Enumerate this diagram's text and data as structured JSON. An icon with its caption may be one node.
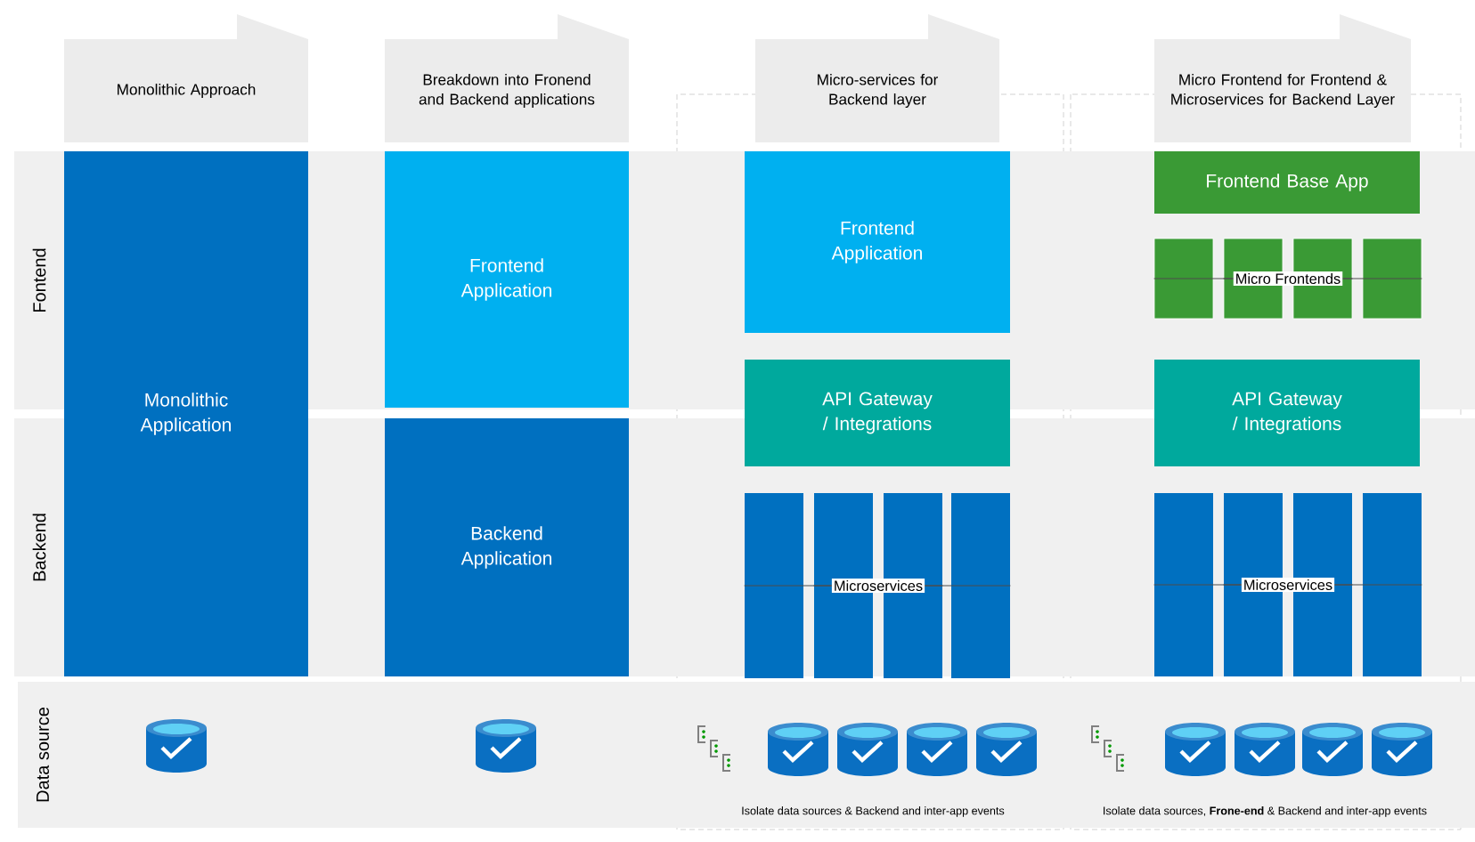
{
  "diagram": {
    "nodes": [
      {
        "text": [
          "Monolithic Approach"
        ]
      },
      {
        "text": [
          "Breakdown into Fronend and Backend applications"
        ]
      },
      {
        "text": [
          "Micro-services for Backend layer"
        ]
      },
      {
        "text": [
          "Micro Frontend for Frontend & Microservices for Backend Layer"
        ]
      },
      {
        "text": [
          "Fontend"
        ]
      },
      {
        "text": [
          "Monolithic Application"
        ]
      },
      {
        "text": [
          "Frontend Application"
        ],
        "in": 4
      },
      {
        "text": [
          "Frontend Application"
        ],
        "in": 4
      },
      {
        "text": [
          "Frontend Base App"
        ],
        "in": 4
      },
      {
        "text": [],
        "shape": "box",
        "in": 4
      },
      {
        "text": [],
        "shape": "box",
        "in": 4
      },
      {
        "text": [],
        "shape": "box",
        "in": 4
      },
      {
        "text": [],
        "shape": "box",
        "in": 4
      },
      {
        "text": [
          "API Gateway / Integrations"
        ]
      },
      {
        "text": [
          "API Gateway / Integrations"
        ]
      },
      {
        "text": [
          "Backend"
        ]
      },
      {
        "text": [
          "Backend Application"
        ],
        "in": 15
      },
      {
        "text": [],
        "shape": "bar",
        "in": 15
      },
      {
        "text": [],
        "shape": "bar",
        "in": 15
      },
      {
        "text": [],
        "shape": "bar",
        "in": 15
      },
      {
        "text": [],
        "shape": "bar",
        "in": 15
      },
      {
        "text": [],
        "shape": "bar",
        "in": 15
      },
      {
        "text": [],
        "shape": "bar",
        "in": 15
      },
      {
        "text": [],
        "shape": "bar",
        "in": 15
      },
      {
        "text": [],
        "shape": "bar",
        "in": 15
      },
      {
        "text": [
          "Data source"
        ]
      }
    ],
    "edges": [
      {
        "from": 9,
        "to": 10,
        "arrow": "none"
      },
      {
        "from": 10,
        "to": 11,
        "arrow": "none",
        "label": "Micro Frontends"
      },
      {
        "from": 11,
        "to": 12,
        "arrow": "none"
      },
      {
        "from": 17,
        "to": 18,
        "arrow": "none"
      },
      {
        "from": 18,
        "to": 19,
        "arrow": "none",
        "label": "Microservices"
      },
      {
        "from": 19,
        "to": 20,
        "arrow": "none"
      },
      {
        "from": 21,
        "to": 22,
        "arrow": "none"
      },
      {
        "from": 22,
        "to": 23,
        "arrow": "none",
        "label": "Microservices"
      },
      {
        "from": 23,
        "to": 24,
        "arrow": "none"
      }
    ],
    "labels": [
      "Isolate data sources & Backend and inter-app events",
      "Isolate data sources, **Frone-end** & Backend and inter-app events"
    ]
  }
}
